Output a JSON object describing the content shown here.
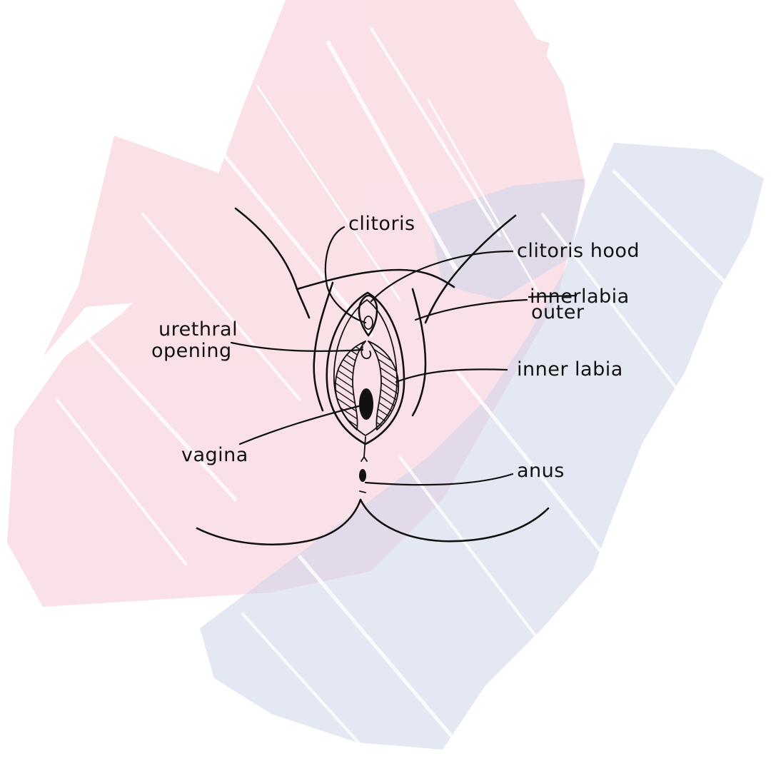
{
  "labels": {
    "clitoris": "clitoris",
    "clitoris_hood": "clitoris hood",
    "labia_struck": "inner",
    "labia_word": "labia",
    "labia_outer": "outer",
    "urethral_line1": "urethral",
    "urethral_line2": "opening",
    "inner_labia": "inner labia",
    "vagina": "vagina",
    "anus": "anus"
  },
  "colors": {
    "background": "#ffffff",
    "pink_wash": "#f5c9d3",
    "blue_wash": "#cdd6ea",
    "ink": "#111111"
  }
}
